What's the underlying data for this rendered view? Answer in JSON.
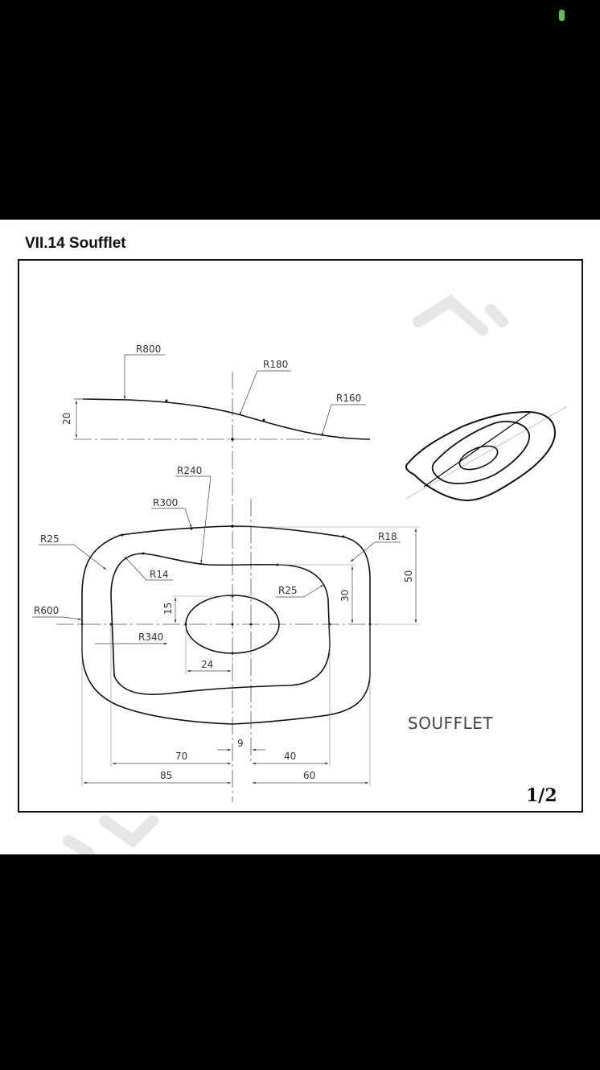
{
  "document": {
    "title": "VII.14 Soufflet",
    "part_label": "SOUFFLET",
    "page_number": "1/2"
  },
  "dimensions": {
    "r800": "R800",
    "r180": "R180",
    "r160": "R160",
    "h20": "20",
    "r240": "R240",
    "r300": "R300",
    "r25_left": "R25",
    "r18": "R18",
    "r14": "R14",
    "r25_inner": "R25",
    "h50": "50",
    "h30": "30",
    "h15": "15",
    "r600": "R600",
    "r340": "R340",
    "w24": "24",
    "w9": "9",
    "w70": "70",
    "w40": "40",
    "w85": "85",
    "w60": "60"
  },
  "colors": {
    "status_indicator": "#5ac15a",
    "line": "#111111",
    "watermark": "#e6e6e6"
  }
}
